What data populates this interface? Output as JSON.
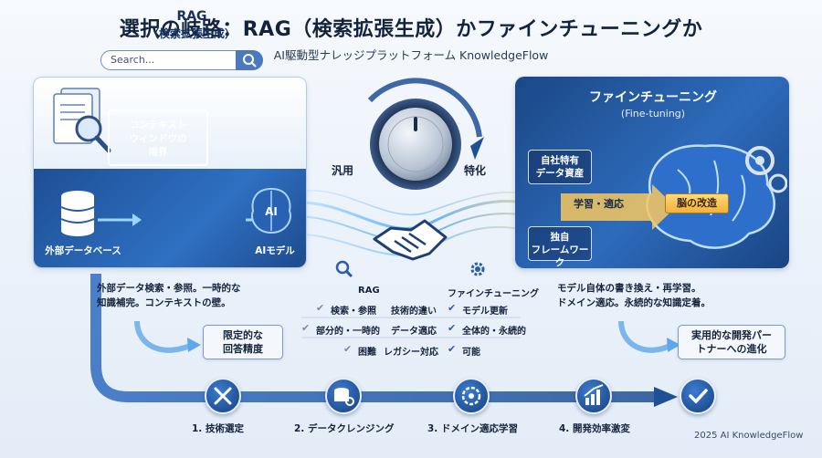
{
  "title": "選択の岐路：RAG（検索拡張生成）かファインチューニングか",
  "subtitle": "AI駆動型ナレッジプラットフォーム KnowledgeFlow",
  "rag": {
    "title": "RAG",
    "title_sub": "（検索拡張生成）",
    "search_placeholder": "Search...",
    "db_label": "外部データベース",
    "context_label": "コンテキスト\nウィンドウの\n限界",
    "ai_chip": "AI",
    "ai_label": "AIモデル",
    "description": "外部データ検索・参照。一時的な\n知識補完。コンテキストの壁。",
    "result": "限定的な\n回答精度"
  },
  "knob": {
    "left_label": "汎用",
    "right_label": "特化"
  },
  "finetuning": {
    "title": "ファインチューニング",
    "title_sub": "(Fine-tuning)",
    "data_box": "自社特有\nデータ資産",
    "framework_box": "独自\nフレームワーク",
    "learn_label": "学習・適応",
    "brain_label": "脳の改造",
    "description": "モデル自体の書き換え・再学習。\nドメイン適応。永続的な知識定着。",
    "result": "実用的な開発パー\nトナーへの進化"
  },
  "comparison": {
    "rag_header": "RAG",
    "ft_header": "ファインチューニング",
    "rows": [
      {
        "rag": "検索・参照",
        "criterion": "技術的違い",
        "ft": "モデル更新"
      },
      {
        "rag": "部分的・一時的",
        "criterion": "データ適応",
        "ft": "全体的・永続的"
      },
      {
        "rag": "困難",
        "criterion": "レガシー対応",
        "ft": "可能"
      }
    ]
  },
  "steps": [
    {
      "label": "1. 技術選定",
      "icon": "tools-icon"
    },
    {
      "label": "2. データクレンジング",
      "icon": "database-search-icon"
    },
    {
      "label": "3. ドメイン適応学習",
      "icon": "target-gear-icon"
    },
    {
      "label": "4. 開発効率激変",
      "icon": "growth-chart-icon"
    }
  ],
  "final_step_icon": "check-icon",
  "footer": "2025 AI KnowledgeFlow",
  "colors": {
    "navy": "#15325e",
    "panel_blue": "#2d6bbb",
    "accent_gold": "#f3b23a",
    "flow_cyan": "#8fd3ff"
  }
}
